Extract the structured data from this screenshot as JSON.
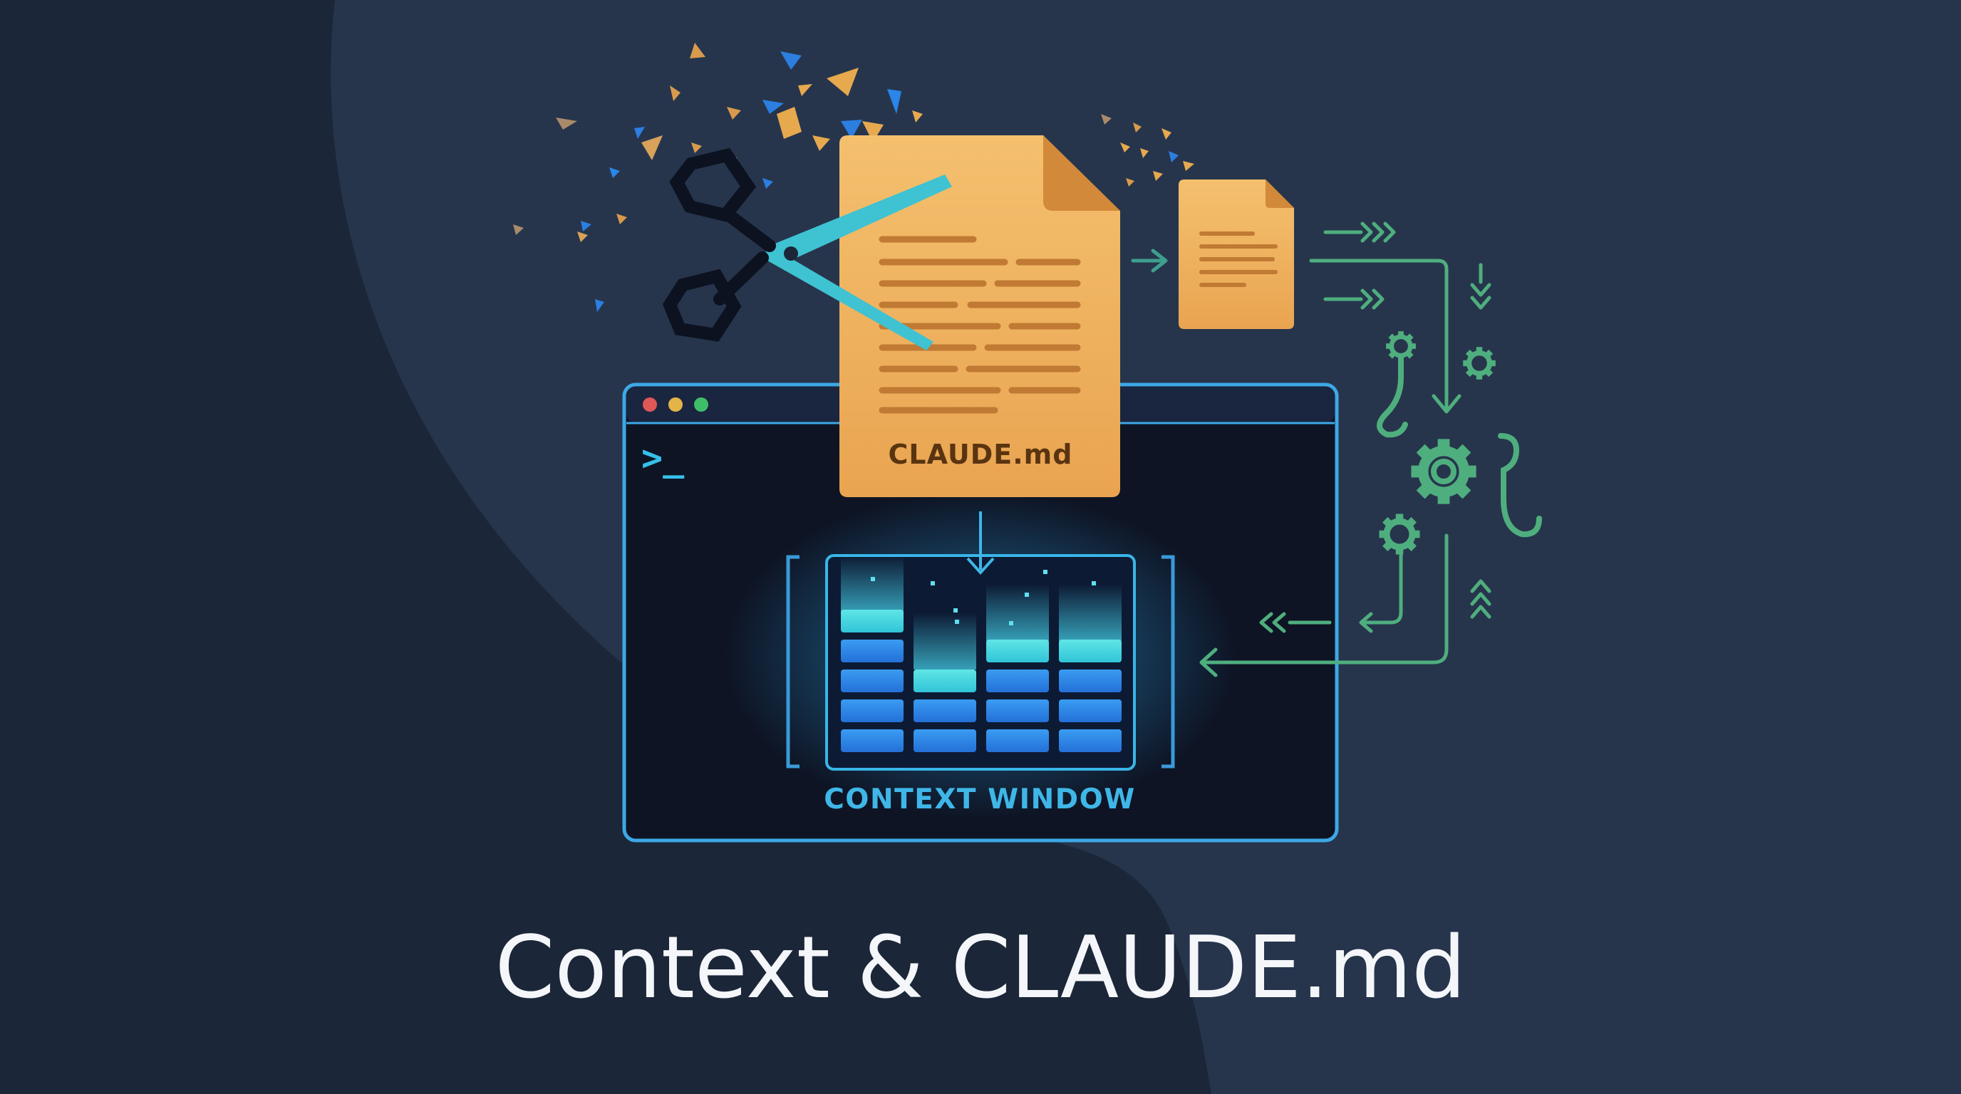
{
  "title": "Context & CLAUDE.md",
  "document_label": "CLAUDE.md",
  "context_label": "CONTEXT WINDOW",
  "terminal_prompt": ">_",
  "icons": [
    "scissors-icon",
    "document-icon",
    "terminal-window-icon",
    "gear-icon",
    "hook-icon",
    "arrow-icon",
    "context-window-icon"
  ],
  "colors": {
    "background": "#1b2638",
    "document": "#f0b260",
    "accent_cyan": "#35c0e8",
    "context_blocks": "#2f86e8",
    "flow_green": "#4fae7e",
    "title_text": "#f4f6fa"
  }
}
